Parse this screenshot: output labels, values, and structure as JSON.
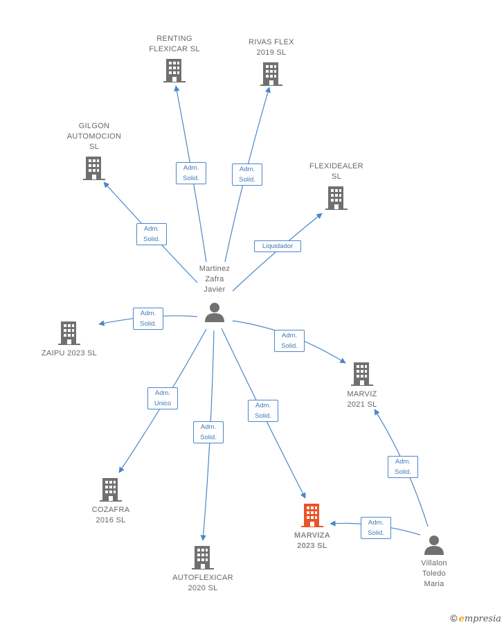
{
  "colors": {
    "building": "#707070",
    "building_main": "#e8542a",
    "person": "#707070",
    "edge": "#4a86c8",
    "label_text": "#3f78b8"
  },
  "nodes": {
    "renting": {
      "label": "RENTING\nFLEXICAR  SL",
      "icon": "building-icon"
    },
    "rivas": {
      "label": "RIVAS FLEX\n2019  SL",
      "icon": "building-icon"
    },
    "gilgon": {
      "label": "GILGON\nAUTOMOCION\nSL",
      "icon": "building-icon"
    },
    "flexidealer": {
      "label": "FLEXIDEALER\nSL",
      "icon": "building-icon"
    },
    "martinez": {
      "label": "Martinez\nZafra\nJavier",
      "icon": "person-icon"
    },
    "zaipu": {
      "label": "ZAIPU 2023  SL",
      "icon": "building-icon"
    },
    "marviz2021": {
      "label": "MARVIZ\n2021  SL",
      "icon": "building-icon"
    },
    "cozafra": {
      "label": "COZAFRA\n2016  SL",
      "icon": "building-icon"
    },
    "autoflexicar": {
      "label": "AUTOFLEXICAR\n2020  SL",
      "icon": "building-icon"
    },
    "marviza": {
      "label": "MARVIZA\n2023  SL",
      "icon": "building-icon"
    },
    "villalon": {
      "label": "Villalon\nToledo\nMaria",
      "icon": "person-icon"
    }
  },
  "edges": {
    "renting": "Adm.\nSolid.",
    "rivas": "Adm.\nSolid.",
    "gilgon": "Adm.\nSolid.",
    "flexidealer": "Liquidador",
    "zaipu": "Adm.\nSolid.",
    "marviz2021": "Adm.\nSolid.",
    "cozafra": "Adm.\nUnico",
    "autoflexicar": "Adm.\nSolid.",
    "marviza": "Adm.\nSolid.",
    "villalon_marviz2021": "Adm.\nSolid.",
    "villalon_marviza": "Adm.\nSolid."
  },
  "brand": {
    "copyright": "©",
    "e": "e",
    "rest": "mpresia"
  }
}
